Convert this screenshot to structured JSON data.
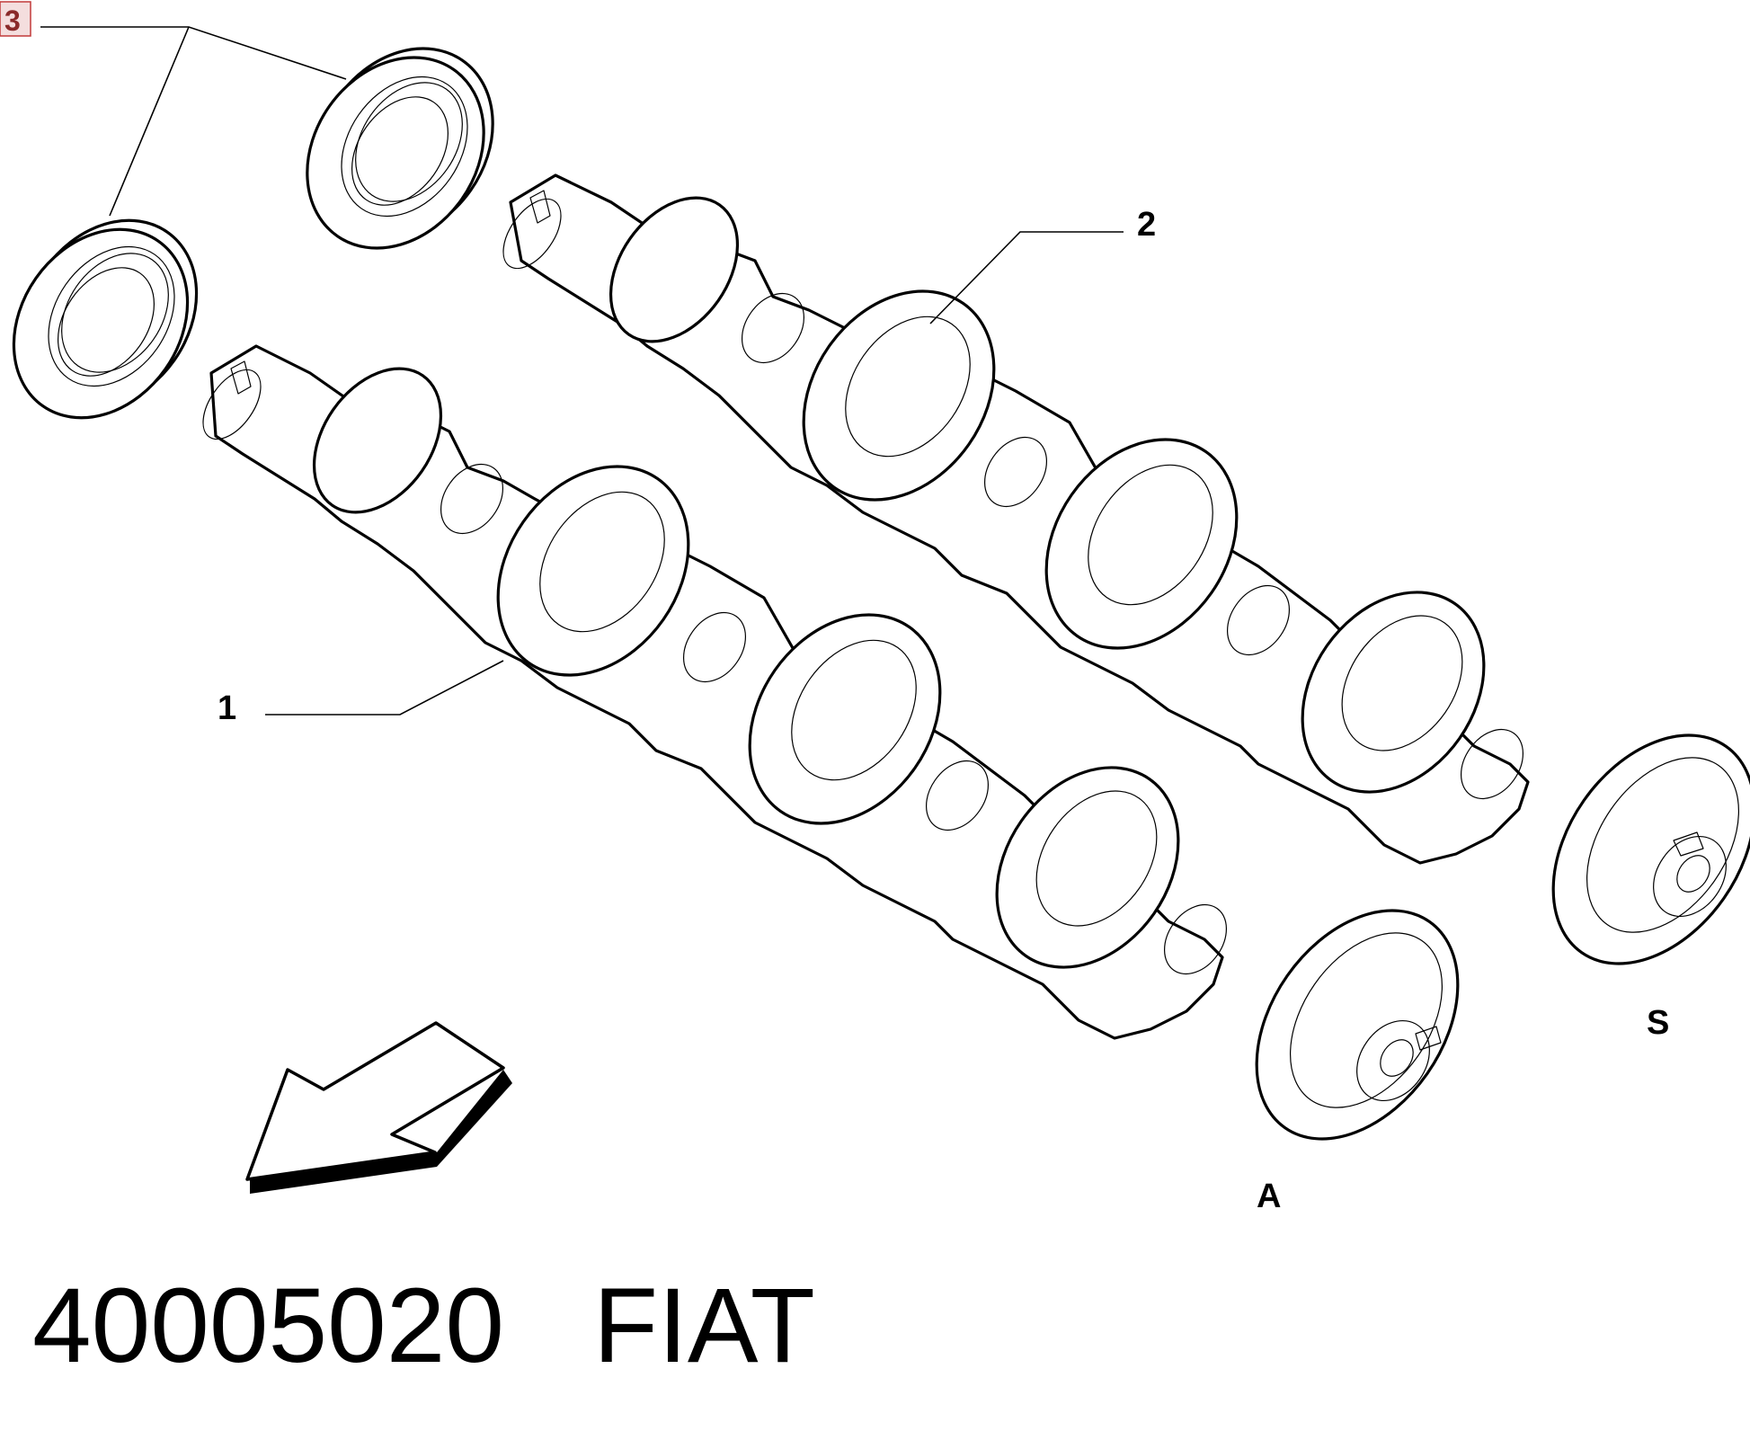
{
  "callouts": {
    "seal_ref": "3",
    "intake_cam_ref": "1",
    "exhaust_cam_ref": "2"
  },
  "ends": {
    "lower_cam_end": "A",
    "upper_cam_end": "S"
  },
  "part_number": "40005020",
  "brand": "FIAT",
  "colors": {
    "line": "#000000",
    "background": "#ffffff",
    "badge_border": "#c23a3a",
    "badge_fill": "#f4dede"
  },
  "icons": {
    "direction": "direction-arrow-icon"
  }
}
